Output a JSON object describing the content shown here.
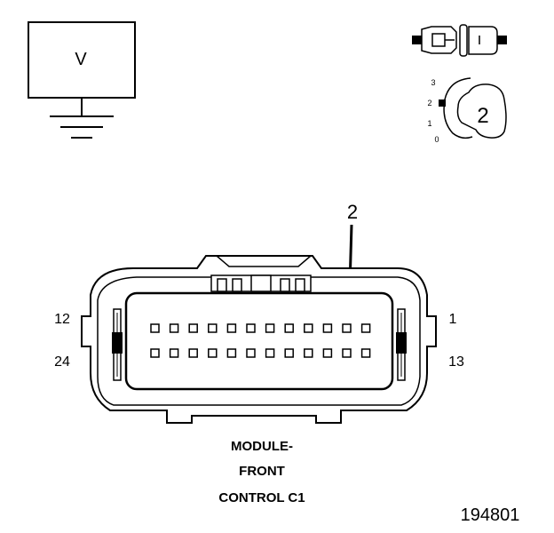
{
  "meter": {
    "label": "V"
  },
  "probe_icon": {
    "dial_labels": [
      "3",
      "2",
      "1",
      "0"
    ],
    "dial_value": "2"
  },
  "connector": {
    "name_lines": [
      "MODULE-",
      "FRONT",
      "CONTROL C1"
    ],
    "pin_label_top_left": "12",
    "pin_label_top_right": "1",
    "pin_label_bottom_left": "24",
    "pin_label_bottom_right": "13",
    "pin_count_per_row": 12,
    "rows": 2,
    "callout_pin": "2"
  },
  "figure_number": "194801",
  "colors": {
    "ink": "#000000",
    "fill": "#ffffff",
    "pin_fill": "#ffffff"
  }
}
